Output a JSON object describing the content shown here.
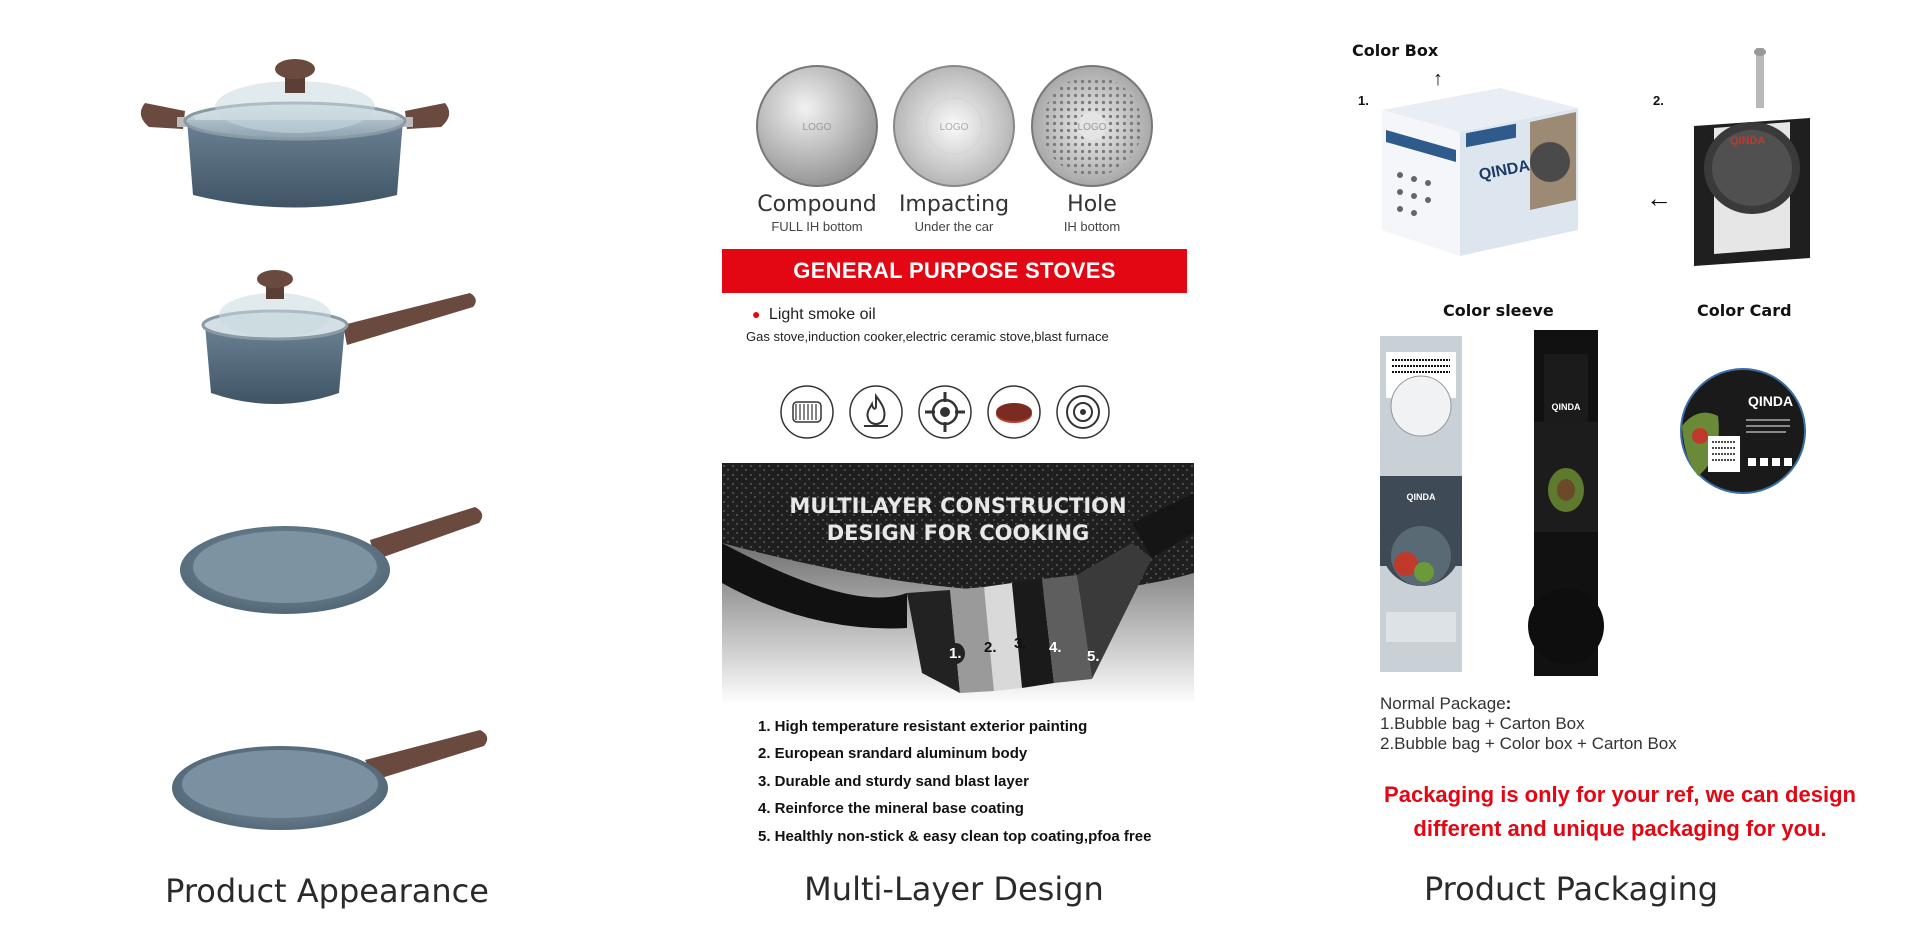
{
  "captions": {
    "appearance": "Product Appearance",
    "design": "Multi-Layer Design",
    "packaging": "Product Packaging"
  },
  "discs": [
    {
      "title": "Compound",
      "sub": "FULL IH bottom",
      "logo": "LOGO"
    },
    {
      "title": "Impacting",
      "sub": "Under the car",
      "logo": "LOGO"
    },
    {
      "title": "Hole",
      "sub": "IH bottom",
      "logo": "LOGO"
    }
  ],
  "stoves": {
    "banner": "GENERAL PURPOSE STOVES",
    "bullet": "Light smoke oil",
    "list": "Gas stove,induction cooker,electric ceramic stove,blast furnace",
    "icons": [
      "induction-coil-icon",
      "gas-flame-icon",
      "gas-burner-icon",
      "electric-plate-icon",
      "ceramic-hob-icon"
    ]
  },
  "construction": {
    "title_line1": "MULTILAYER CONSTRUCTION",
    "title_line2": "DESIGN FOR COOKING",
    "layer_numbers": [
      "1.",
      "2.",
      "3.",
      "4.",
      "5."
    ],
    "features": [
      "1. High temperature resistant exterior painting",
      "2. European srandard aluminum body",
      "3. Durable and sturdy sand blast layer",
      "4. Reinforce the mineral base coating",
      "5. Healthly non-stick & easy clean top coating,pfoa free"
    ]
  },
  "packaging": {
    "color_box_label": "Color Box",
    "num1": "1.",
    "num2": "2.",
    "color_sleeve_label": "Color sleeve",
    "color_card_label": "Color Card",
    "brand": "QINDA",
    "normal_title": "Normal Package",
    "normal_colon": ":",
    "option1": "1.Bubble bag + Carton Box",
    "option2": "2.Bubble bag + Color box + Carton Box",
    "note_line1": "Packaging is only for your ref, we can design",
    "note_line2": "different and unique packaging for you."
  },
  "colors": {
    "granite": "#4f6577",
    "handle": "#6a4a3e",
    "accent_red": "#e30613"
  }
}
